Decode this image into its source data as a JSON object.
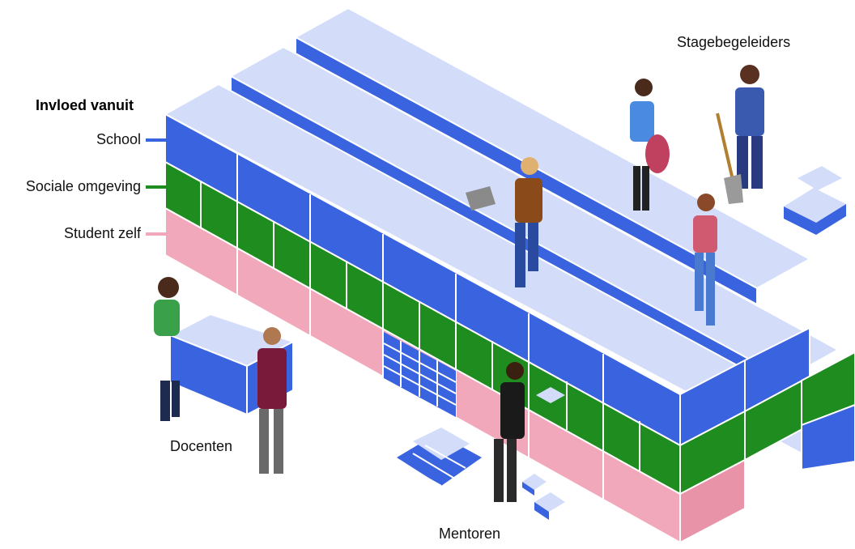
{
  "legend": {
    "title": "Invloed vanuit",
    "items": [
      {
        "label": "School",
        "color": "#3a63e0"
      },
      {
        "label": "Sociale omgeving",
        "color": "#1e8c1e"
      },
      {
        "label": "Student zelf",
        "color": "#f2a8bb"
      }
    ]
  },
  "labels": {
    "stagebegeleiders": "Stagebegeleiders",
    "docenten": "Docenten",
    "mentoren": "Mentoren"
  },
  "colors": {
    "school": "#3a63e0",
    "school_top": "#d3ddfa",
    "sociale": "#1e8c1e",
    "student": "#f2a8bb",
    "student_dark": "#e893a8"
  }
}
